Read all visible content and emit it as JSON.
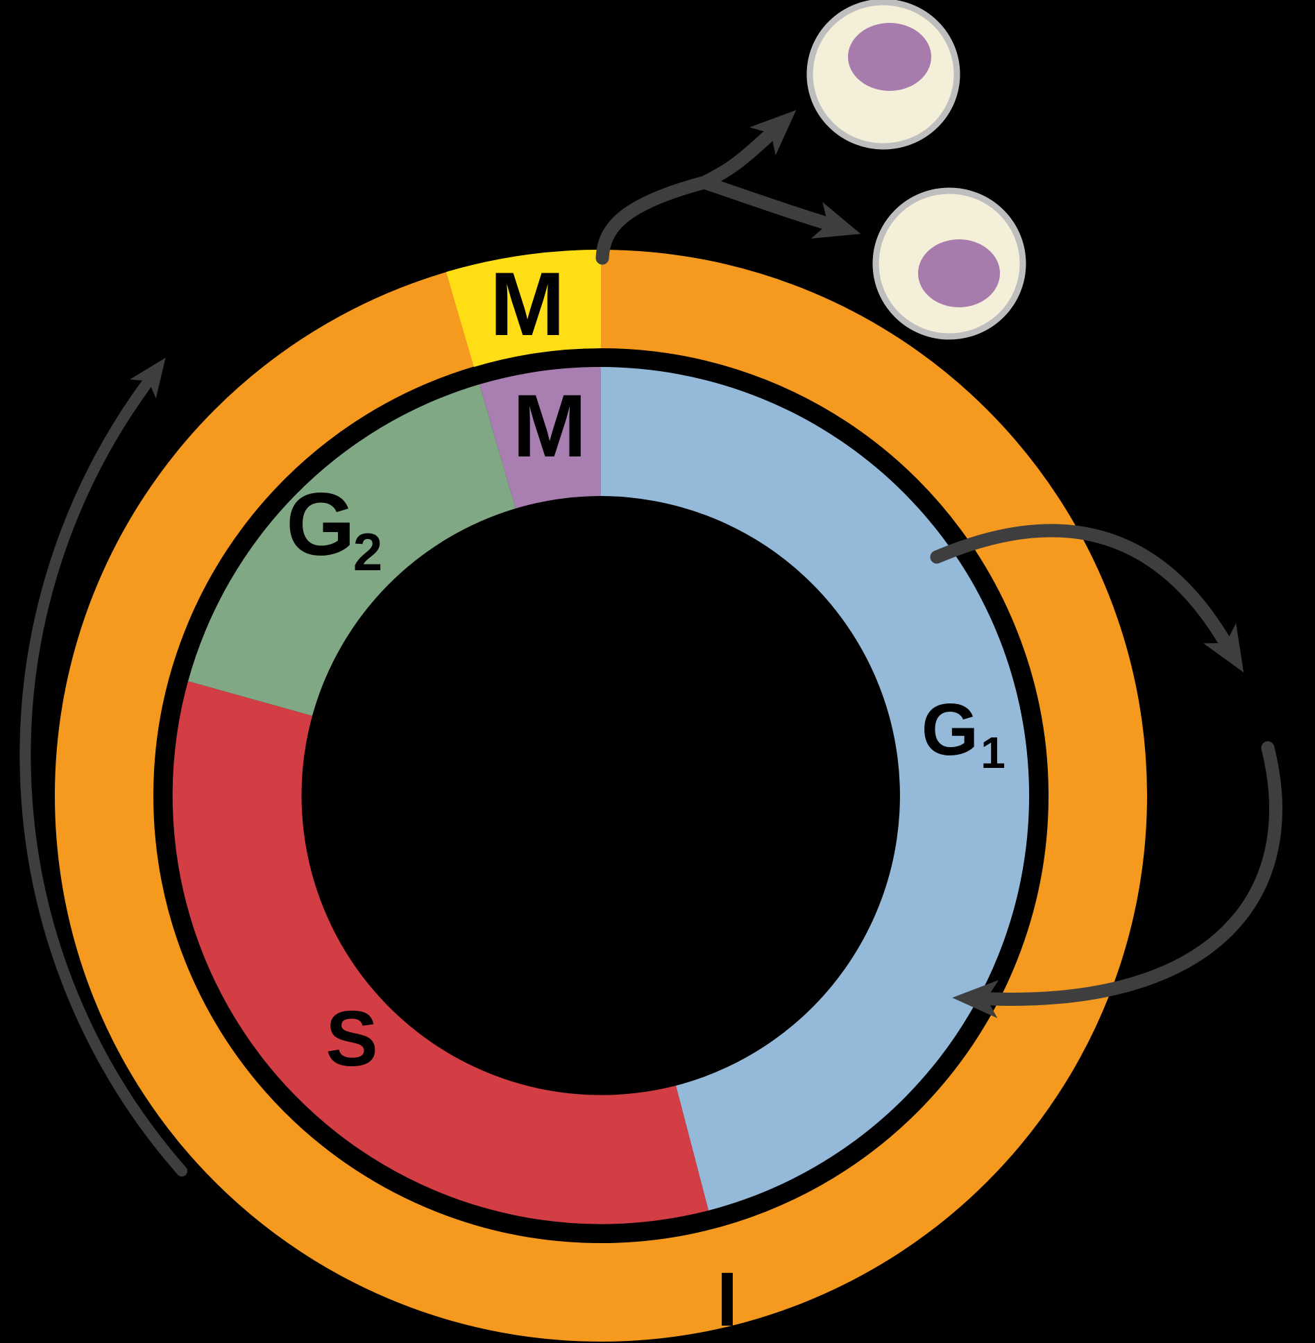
{
  "diagram": {
    "name": "cell-cycle-diagram",
    "background": "#000000"
  },
  "ring": {
    "color": "#F5991F",
    "separator_color": "#000000"
  },
  "phases": {
    "m_outer": {
      "label": "M",
      "color": "#FFDE16",
      "start_angle_deg": 90,
      "end_angle_deg": 106.5
    },
    "m_inner": {
      "label": "M",
      "color": "#A87FB0",
      "start_angle_deg": 90,
      "end_angle_deg": 106.5
    },
    "g2": {
      "label": "G",
      "sub": "2",
      "color": "#81A884",
      "start_angle_deg": 106.5,
      "end_angle_deg": 164.5
    },
    "s": {
      "label": "S",
      "color": "#D23E44",
      "start_angle_deg": 164.5,
      "end_angle_deg": 284.5
    },
    "g1": {
      "label": "G",
      "sub": "1",
      "color": "#94B9D9",
      "start_angle_deg": 284.5,
      "end_angle_deg": 450
    },
    "interphase": {
      "label": "I",
      "color": "#F5991F"
    }
  },
  "arrows": {
    "color": "#3E3E3E",
    "items": [
      {
        "name": "cycle-direction-arrow",
        "meaning": "clockwise cycle direction along outer left side"
      },
      {
        "name": "division-arrow-upper",
        "meaning": "mitosis produces daughter cell 1"
      },
      {
        "name": "division-arrow-lower",
        "meaning": "mitosis produces daughter cell 2"
      },
      {
        "name": "g1-exit-arrow",
        "meaning": "cell leaves cycle from G1"
      },
      {
        "name": "g1-return-arrow",
        "meaning": "cell re-enters cycle into G1"
      }
    ]
  },
  "cells": {
    "count": 2,
    "fill": "#F4EFD8",
    "border": "#BEBEBE",
    "nucleus_color": "#A77BAC"
  }
}
